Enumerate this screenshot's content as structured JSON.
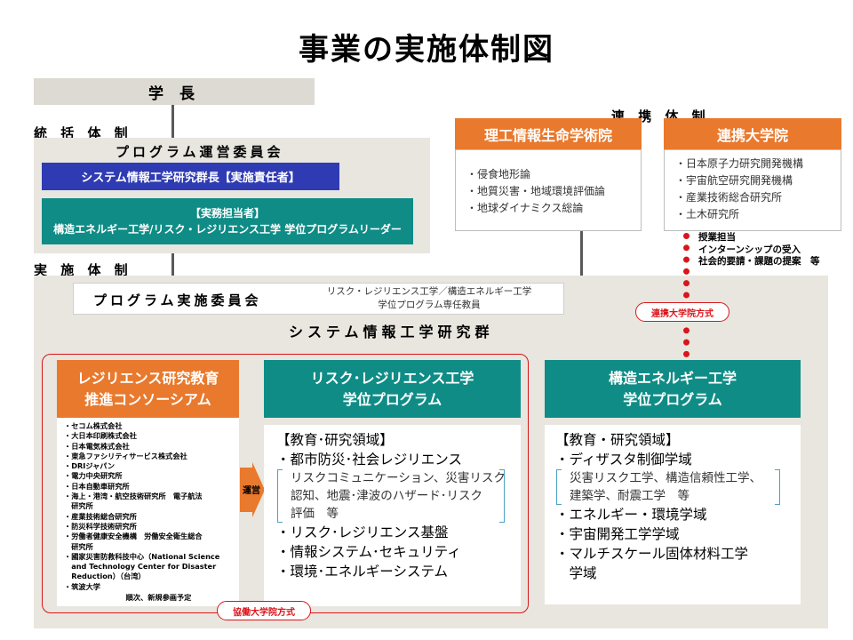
{
  "title": "事業の実施体制図",
  "president": "学 長",
  "integration_label": "統 括 体 制",
  "implementation_label": "実 施 体 制",
  "collaboration_label": "連 携 体 制",
  "steering": {
    "title": "プログラム運営委員会",
    "responsible": "システム情報工学研究群長【実施責任者】",
    "lead_line1": "【実務担当者】",
    "lead_line2": "構造エネルギー工学/リスク・レジリエンス工学 学位プログラムリーダー"
  },
  "implementation_committee": {
    "title": "プログラム実施委員会",
    "note_line1": "リスク・レジリエンス工学／構造エネルギー工学",
    "note_line2": "学位プログラム専任教員"
  },
  "research_group": "システム情報工学研究群",
  "graduate_school": {
    "title": "理工情報生命学術院",
    "items": [
      "・侵食地形論",
      "・地質災害・地域環境評価論",
      "・地球ダイナミクス総論"
    ]
  },
  "partner_universities": {
    "title": "連携大学院",
    "items": [
      "・日本原子力研究開発機構",
      "・宇宙航空研究開発機構",
      "・産業技術総合研究所",
      "・土木研究所"
    ]
  },
  "partner_roles": [
    "授業担当",
    "インターンシップの受入",
    "社会的要請・課題の提案　等"
  ],
  "partner_method": "連携大学院方式",
  "consortium": {
    "title_line1": "レジリエンス研究教育",
    "title_line2": "推進コンソーシアム",
    "members": [
      "・セコム株式会社",
      "・大日本印刷株式会社",
      "・日本電気株式会社",
      "・東急ファシリティサービス株式会社",
      "・DRIジャパン",
      "・電力中央研究所",
      "・日本自動車研究所",
      "・海上・港湾・航空技術研究所　電子航法",
      "　研究所",
      "・産業技術総合研究所",
      "・防災科学技術研究所",
      "・労働者健康安全機構　労働安全衛生総合",
      "　研究所",
      "・國家災害防救科技中心（National Science",
      "　and Technology Center for Disaster",
      "　Reduction）（台湾）",
      "・筑波大学"
    ],
    "footnote": "順次、新規参画予定"
  },
  "operation_label": "運営",
  "cooperative_method": "協働大学院方式",
  "risk_program": {
    "title_line1": "リスク･レジリエンス工学",
    "title_line2": "学位プログラム",
    "heading": "【教育･研究領域】",
    "field1": "・都市防災･社会レジリエンス",
    "sub_lines": [
      "リスクコミュニケーション、災害リスク",
      "認知、地震･津波のハザード･リスク",
      "評価　等"
    ],
    "field2": "・リスク･レジリエンス基盤",
    "field3": "・情報システム･セキュリティ",
    "field4": "・環境･エネルギーシステム"
  },
  "energy_program": {
    "title_line1": "構造エネルギー工学",
    "title_line2": "学位プログラム",
    "heading": "【教育・研究領域】",
    "field1": "・ディザスタ制御学域",
    "sub_lines": [
      "災害リスク工学、構造信頼性工学、",
      "建築学、耐震工学　等"
    ],
    "field2": "・エネルギー・環境学域",
    "field3": "・宇宙開発工学学域",
    "field4_line1": "・マルチスケール固体材料工学",
    "field4_line2": "　学域"
  },
  "colors": {
    "teal": "#0f8c86",
    "orange": "#e9792d",
    "blue": "#2f3bb3",
    "red": "#d9151b",
    "gray_panel": "#e8e6df"
  }
}
